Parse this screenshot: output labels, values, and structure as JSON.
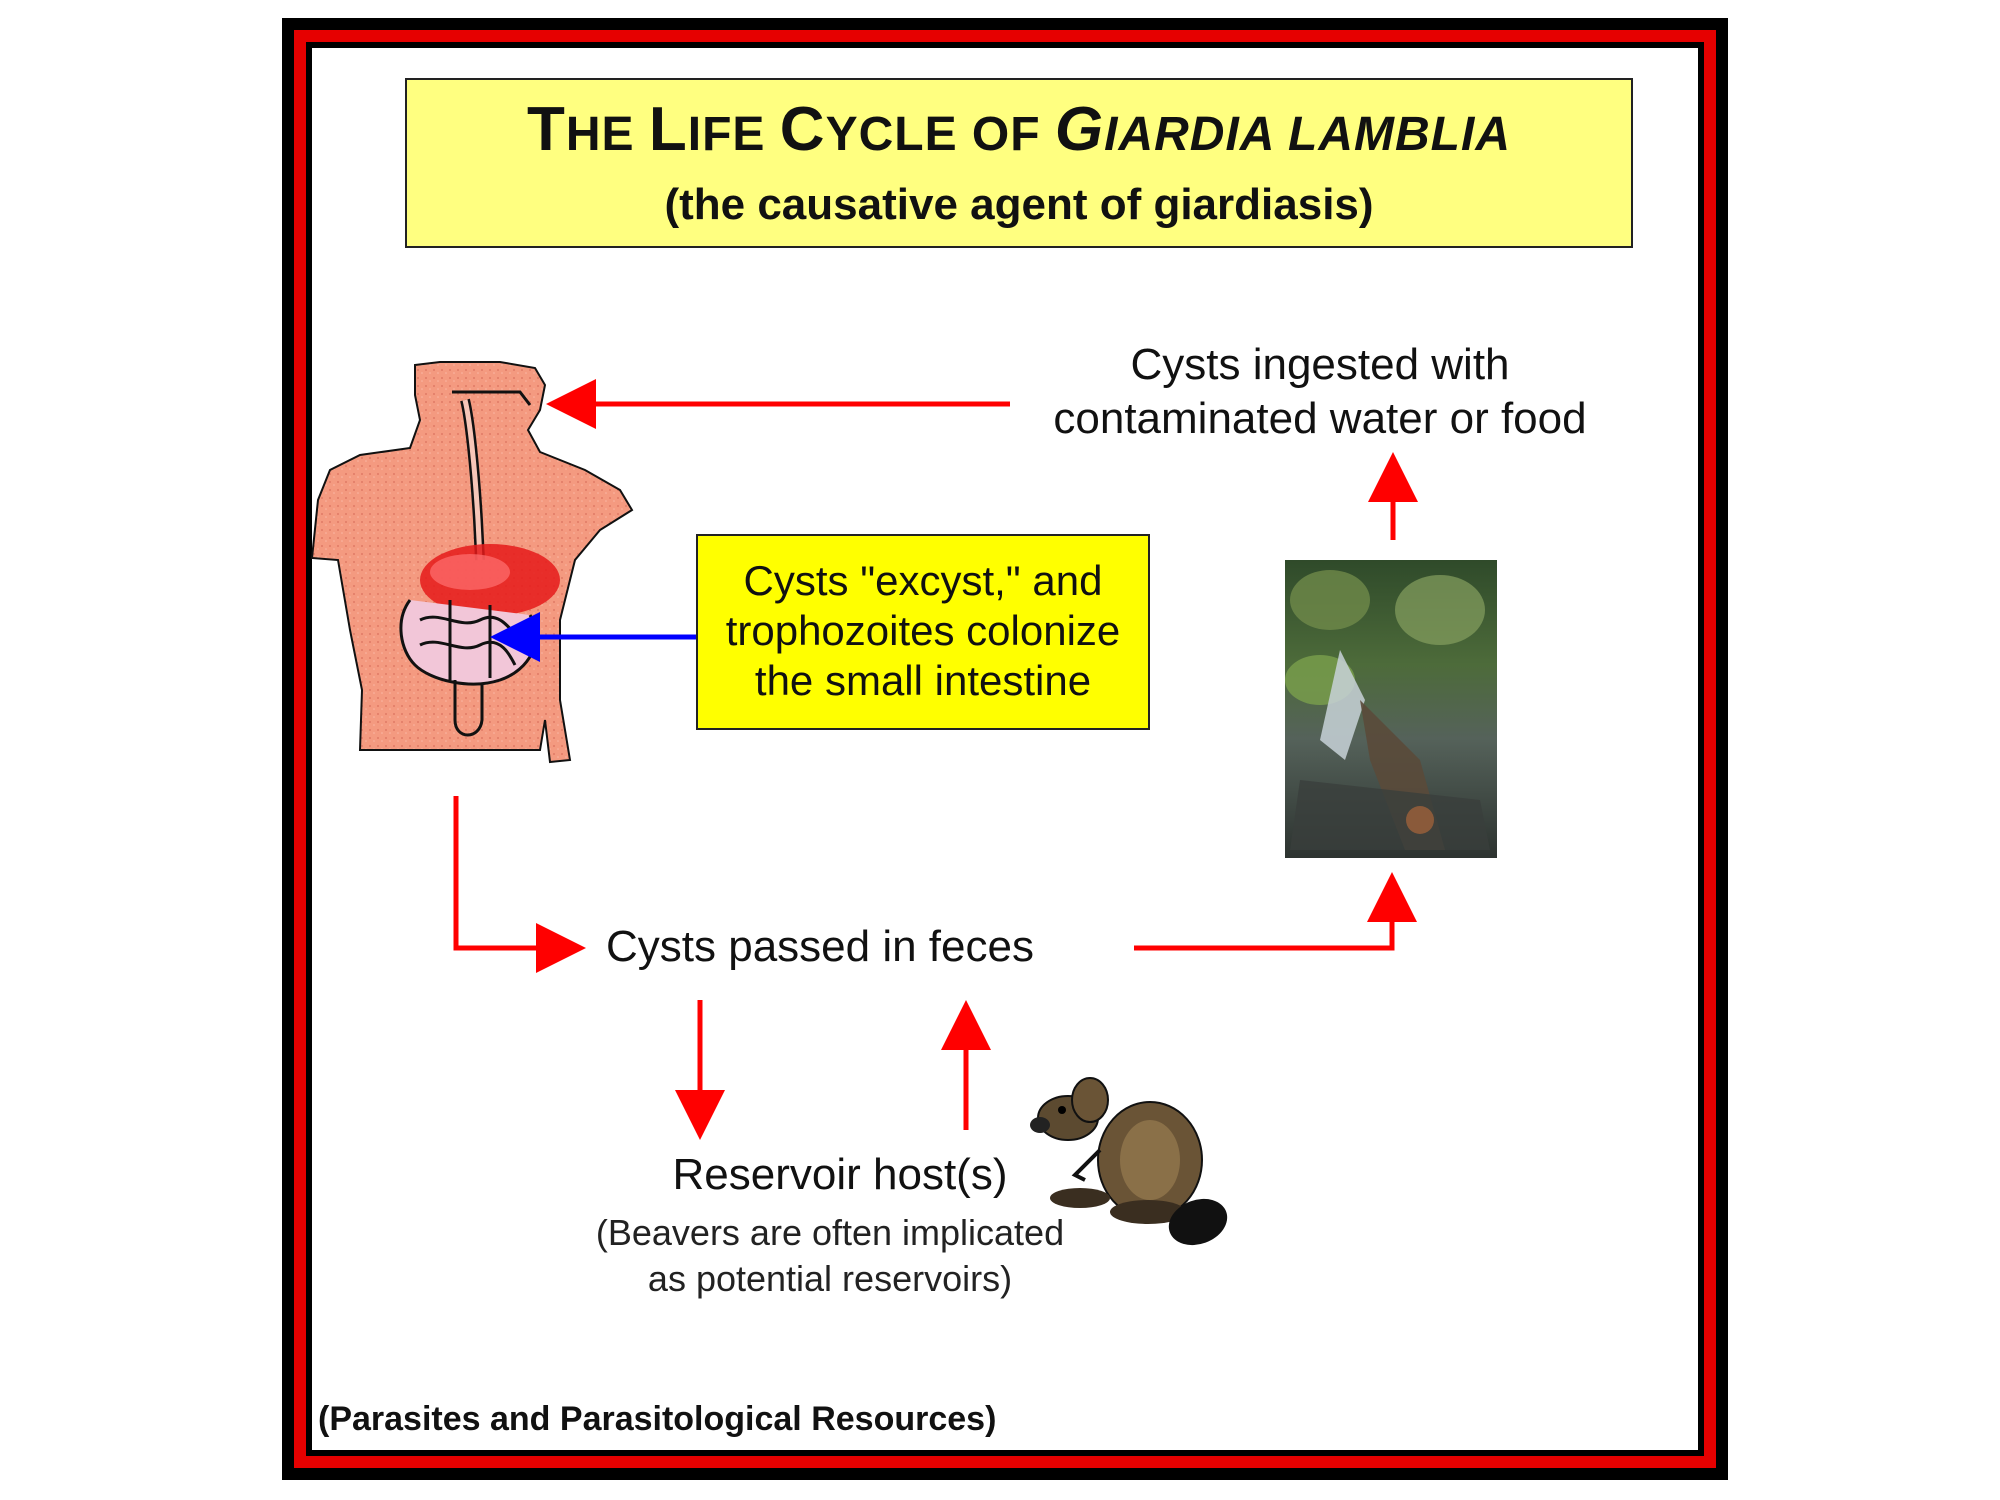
{
  "title": {
    "main_parts": [
      "T",
      "HE ",
      "L",
      "IFE ",
      "C",
      "YCLE OF ",
      "G",
      "IARDIA LAMBLIA"
    ],
    "subtitle": "(the causative agent of giardiasis)"
  },
  "labels": {
    "ingested": [
      "Cysts ingested with",
      "contaminated water or food"
    ],
    "excyst": [
      "Cysts \"excyst,\" and",
      "trophozoites colonize",
      "the small intestine"
    ],
    "feces": "Cysts passed in feces",
    "reservoir": "Reservoir host(s)",
    "reservoir_note": [
      "(Beavers are often implicated",
      "as potential reservoirs)"
    ],
    "credit": "(Parasites and Parasitological Resources)"
  },
  "colors": {
    "frame_red": "#e00000",
    "arrow_red": "#ff0000",
    "arrow_blue": "#0000ff",
    "title_fill": "#ffff80",
    "callout_fill": "#ffff00",
    "body_fill": "#f49a80"
  }
}
